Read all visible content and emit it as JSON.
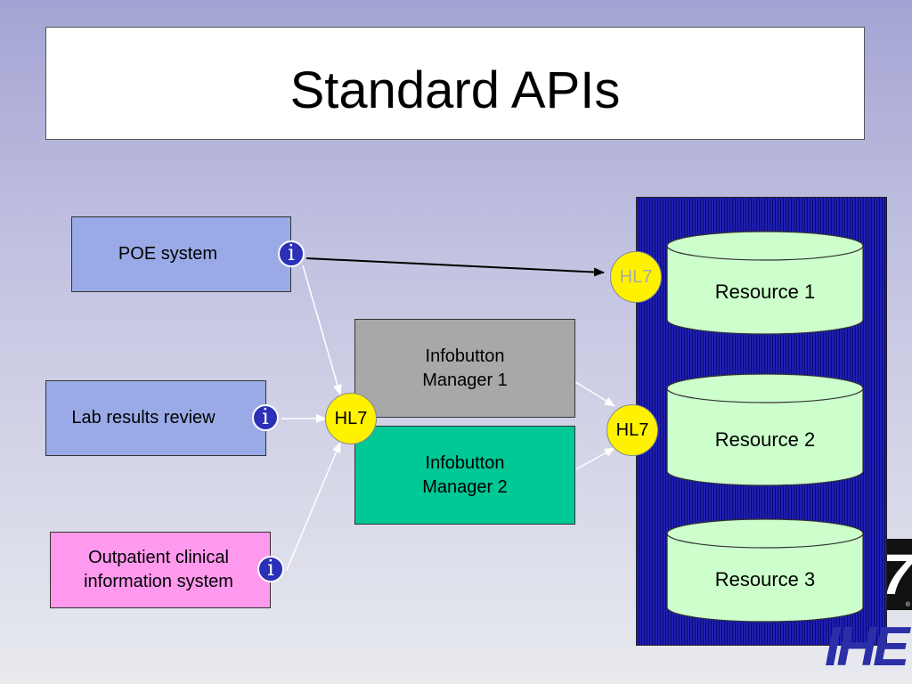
{
  "title": "Standard APIs",
  "sources": [
    {
      "label": "POE system"
    },
    {
      "label": "Lab results review"
    },
    {
      "label": "Outpatient clinical\ninformation system"
    }
  ],
  "info_icon_glyph": "i",
  "hl7_nodes": [
    {
      "label": "HL7",
      "colour": "#a8a8a8"
    },
    {
      "label": "HL7",
      "colour": "#000000"
    },
    {
      "label": "HL7",
      "colour": "#000000"
    }
  ],
  "managers": [
    {
      "label": "Infobutton\nManager 1",
      "fill": "#a8a8a8"
    },
    {
      "label": "Infobutton\nManager 2",
      "fill": "#00c896"
    }
  ],
  "resources": [
    {
      "label": "Resource 1"
    },
    {
      "label": "Resource 2"
    },
    {
      "label": "Resource 3"
    }
  ],
  "logos": {
    "hl7": "7",
    "registered": "®",
    "ihe": "IHE"
  },
  "colors": {
    "source_blue": "#9aaae6",
    "source_pink": "#ff99ee",
    "hl7_yellow": "#fff200",
    "resource_fill": "#ccffcc",
    "info_blue": "#2a30b8"
  }
}
